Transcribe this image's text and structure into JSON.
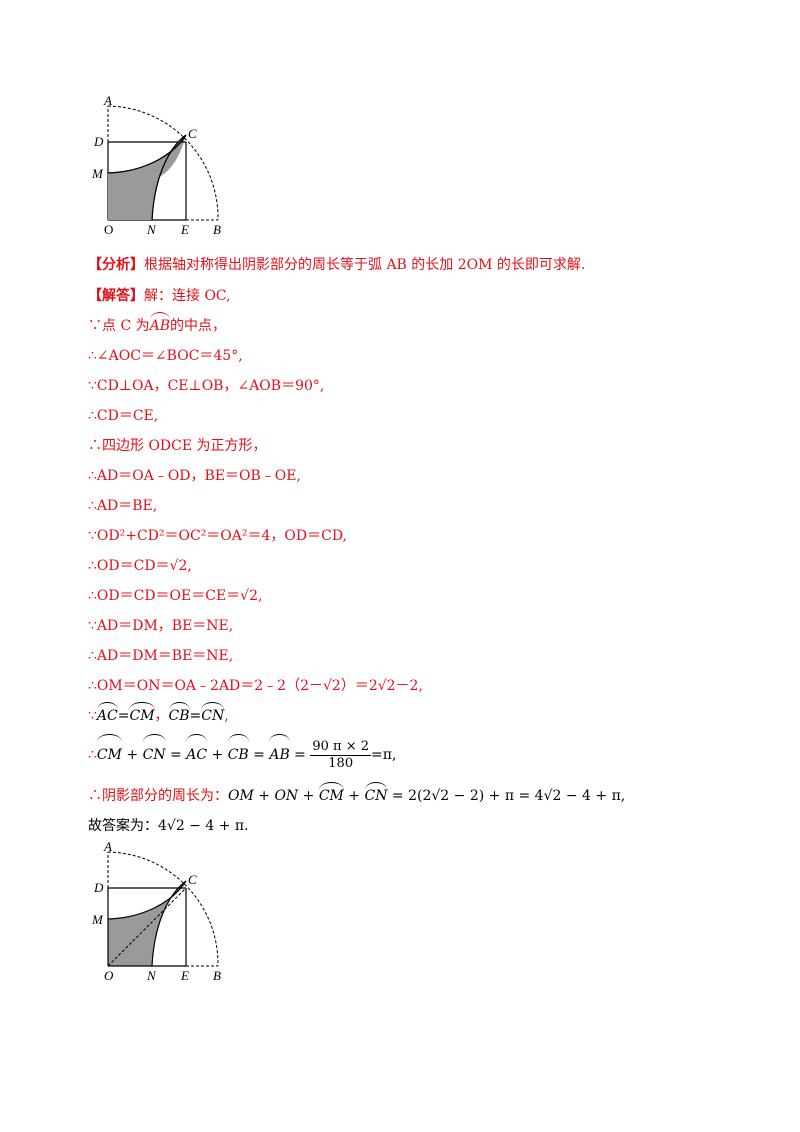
{
  "figure1": {
    "labels": {
      "A": "A",
      "D": "D",
      "C": "C",
      "M": "M",
      "O": "O",
      "N": "N",
      "E": "E",
      "B": "B"
    }
  },
  "figure2": {
    "labels": {
      "A": "A",
      "D": "D",
      "C": "C",
      "M": "M",
      "O": "O",
      "N": "N",
      "E": "E",
      "B": "B"
    }
  },
  "analysis": {
    "tag": "【分析】",
    "text": "根据轴对称得出阴影部分的周长等于弧 AB 的长加 2OM 的长即可求解."
  },
  "solution": {
    "tag": "【解答】",
    "lead": "解：连接 OC,",
    "lines": [
      "∵点 C 为",
      "的中点，",
      "∴∠AOC＝∠BOC＝45°,",
      "∵CD⊥OA，CE⊥OB，∠AOB＝90°,",
      "∴CD＝CE,",
      "∴四边形 ODCE 为正方形，",
      "∴AD＝OA﹣OD，BE＝OB﹣OE,",
      "∴AD＝BE,",
      "∵OD²+CD²＝OC²＝OA²＝4，OD＝CD,",
      "∴OD＝CD＝√2,",
      "∴OD＝CD＝OE＝CE＝√2,",
      "∵AD＝DM，BE＝NE,",
      "∴AD＝DM＝BE＝NE,",
      "∴OM＝ON＝OA﹣2AD＝2﹣2（2－√2）＝2√2－2,"
    ],
    "arcs": {
      "AB": "AB",
      "AC": "AC",
      "CM": "CM",
      "CB": "CB",
      "CN": "CN"
    },
    "arc_eq": "=",
    "arc_sep": "，",
    "sum_prefix": "∴",
    "frac_num": "90 π × 2",
    "frac_den": "180",
    "sum_tail": "=π,",
    "perimeter_prefix": "∴阴影部分的周长为：",
    "perimeter_mid": "OM + ON +",
    "perimeter_tail": "= 2(2√2 − 2) + π = 4√2 − 4 + π,",
    "answer_prefix": "故答案为：",
    "answer_value": "4√2 − 4 + π",
    "answer_end": "."
  }
}
